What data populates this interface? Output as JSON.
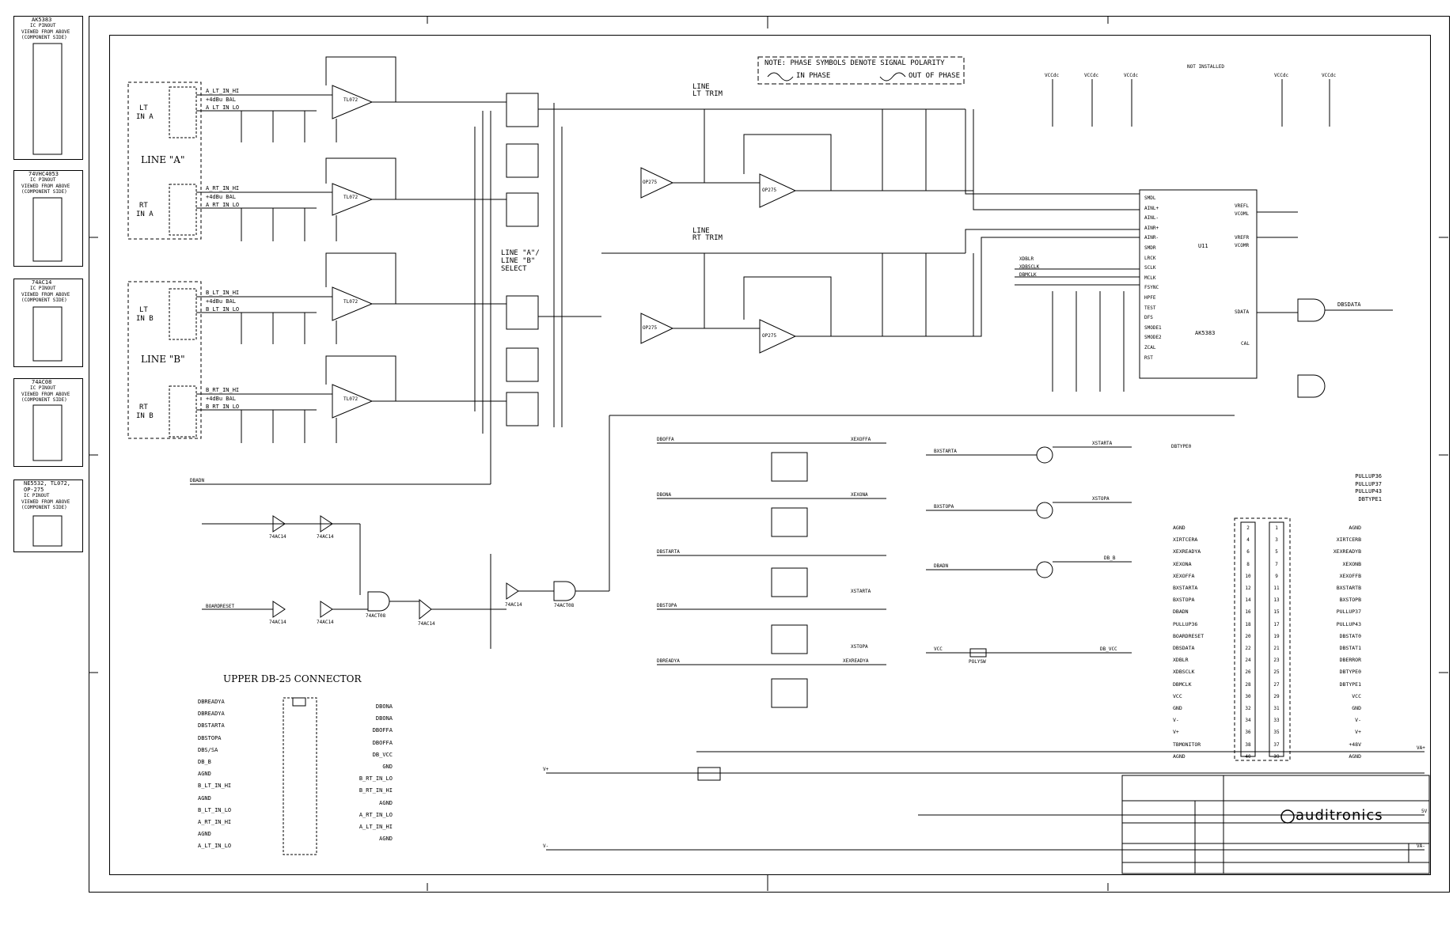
{
  "pinouts": [
    {
      "title": "AK5383",
      "subtitle": "IC PINOUT",
      "note": "VIEWED FROM ABOVE",
      "note2": "(COMPONENT SIDE)"
    },
    {
      "title": "74VHC4053",
      "subtitle": "IC PINOUT",
      "note": "VIEWED FROM ABOVE",
      "note2": "(COMPONENT SIDE)"
    },
    {
      "title": "74AC14",
      "subtitle": "IC PINOUT",
      "note": "VIEWED FROM ABOVE",
      "note2": "(COMPONENT SIDE)"
    },
    {
      "title": "74AC08",
      "subtitle": "IC PINOUT",
      "note": "VIEWED FROM ABOVE",
      "note2": "(COMPONENT SIDE)"
    },
    {
      "title": "NE5532, TL072,",
      "title2": "OP-275",
      "subtitle": "IC PINOUT",
      "note": "VIEWED FROM ABOVE",
      "note2": "(COMPONENT SIDE)"
    }
  ],
  "note": {
    "line1": "NOTE: PHASE SYMBOLS DENOTE SIGNAL POLARITY",
    "in_phase": "IN PHASE",
    "out_phase": "OUT OF PHASE"
  },
  "inputs": [
    {
      "side": "LT",
      "sub": "IN A",
      "label": "A_LT_IN_HI",
      "lo": "A_LT_IN_LO",
      "bal": "+4dBu BAL"
    },
    {
      "side": "RT",
      "sub": "IN A",
      "label": "A_RT_IN_HI",
      "lo": "A_RT_IN_LO",
      "bal": "+4dBu BAL"
    },
    {
      "side": "LT",
      "sub": "IN B",
      "label": "B_LT_IN_HI",
      "lo": "B_LT_IN_LO",
      "bal": "+4dBu BAL"
    },
    {
      "side": "RT",
      "sub": "IN B",
      "label": "B_RT_IN_HI",
      "lo": "B_RT_IN_LO",
      "bal": "+4dBu BAL"
    }
  ],
  "line_a": "LINE \"A\"",
  "line_b": "LINE \"B\"",
  "line_select": [
    "LINE \"A\"/",
    "LINE \"B\"",
    "SELECT"
  ],
  "trims": [
    "LINE",
    "LT TRIM",
    "LINE",
    "RT TRIM"
  ],
  "opamps": [
    "TL072",
    "TL072",
    "TL072",
    "TL072",
    "OP275",
    "OP275",
    "OP275",
    "OP275"
  ],
  "adc": {
    "name": "U11",
    "part": "AK5383",
    "pins_left": [
      "SMDL",
      "AINL+",
      "AINL-",
      "AINR+",
      "AINR-",
      "SMDR",
      "LRCK",
      "SCLK",
      "MCLK",
      "FSYNC",
      "HPFE",
      "TEST",
      "DFS",
      "SMODE1",
      "SMODE2",
      "ZCAL",
      "RST"
    ],
    "pins_right": [
      "VREFL",
      "VCOML",
      "VREFR",
      "VCOMR",
      "SDATA",
      "CAL"
    ],
    "sdata_out": "DBSDATA"
  },
  "clk_inputs": [
    "XDBLR",
    "XDBSCLK",
    "DBMCLK"
  ],
  "upper_connector": {
    "title": "UPPER DB-25 CONNECTOR",
    "left": [
      "DBREADYA",
      "DBREADYA",
      "DBSTARTA",
      "DBSTOPA",
      "DBS/SA",
      "DB_B",
      "AGND",
      "B_LT_IN_HI",
      "AGND",
      "B_LT_IN_LO",
      "A_RT_IN_HI",
      "AGND",
      "A_LT_IN_LO"
    ],
    "right": [
      "DBONA",
      "DBONA",
      "DBOFFA",
      "DBOFFA",
      "DB_VCC",
      "GND",
      "B_RT_IN_LO",
      "B_RT_IN_HI",
      "AGND",
      "A_RT_IN_LO",
      "A_LT_IN_HI",
      "AGND"
    ]
  },
  "opto": [
    {
      "in": "DBOFFA",
      "out": "XEXOFFA"
    },
    {
      "in": "DBONA",
      "out": "XEXONA"
    },
    {
      "in": "DBSTARTA",
      "out": "XSTARTA"
    },
    {
      "in": "DBSTOPA",
      "out": "XSTOPA"
    },
    {
      "in": "DBREADYA",
      "out": "XEXREADYA"
    }
  ],
  "transistors": [
    {
      "in": "BXSTARTA",
      "out": "XSTARTA"
    },
    {
      "in": "BXSTOPA",
      "out": "XSTOPA"
    },
    {
      "in": "DBADN",
      "out": "DB_B"
    }
  ],
  "dbvcc": {
    "in": "VCC",
    "out": "DB_VCC",
    "fuse": "POLYSW"
  },
  "logic": {
    "in": "BOARDRESET",
    "gates": [
      "74AC14",
      "74AC14",
      "74AC14",
      "74AC14",
      "74ACT08",
      "74ACT08",
      "74AC14",
      "74AC14"
    ]
  },
  "ct2": {
    "left": [
      "AGND",
      "XIRTCERA",
      "XEXREADYA",
      "XEXONA",
      "XEXOFFA",
      "BXSTARTA",
      "BXSTOPA",
      "DBADN",
      "PULLUP36",
      "BOARDRESET",
      "DBSDATA",
      "XDBLR",
      "XDBSCLK",
      "DBMCLK",
      "VCC",
      "GND",
      "V-",
      "V+",
      "TBMONITOR",
      "AGND"
    ],
    "right": [
      "AGND",
      "XIRTCERB",
      "XEXREADYB",
      "XEXONB",
      "XEXOFFB",
      "BXSTARTB",
      "BXSTOPB",
      "PULLUP37",
      "PULLUP43",
      "DBSTAT0",
      "DBSTAT1",
      "DBERROR",
      "DBTYPE0",
      "DBTYPE1",
      "VCC",
      "GND",
      "V-",
      "V+",
      "+48V",
      "AGND"
    ],
    "left_pins": [
      "2",
      "4",
      "6",
      "8",
      "10",
      "12",
      "14",
      "16",
      "18",
      "20",
      "22",
      "24",
      "26",
      "28",
      "30",
      "32",
      "34",
      "36",
      "38",
      "40"
    ],
    "right_pins": [
      "1",
      "3",
      "5",
      "7",
      "9",
      "11",
      "13",
      "15",
      "17",
      "19",
      "21",
      "23",
      "25",
      "27",
      "29",
      "31",
      "33",
      "35",
      "37",
      "39"
    ]
  },
  "pullups": [
    "PULLUP36",
    "PULLUP37",
    "PULLUP43",
    "DBTYPE1"
  ],
  "dbtype": "DBTYPE0",
  "rails": [
    "V+",
    "V-",
    "VA+",
    "VA-",
    "5V",
    "VCC",
    "GND",
    "AGND"
  ],
  "pwr_labels": [
    "VCCdc",
    "VCCdc",
    "VCCdc",
    "VCCdc",
    "VCCdc"
  ],
  "logo": "auditronics",
  "dbadn": "DBADN",
  "not_installed": "NOT INSTALLED"
}
